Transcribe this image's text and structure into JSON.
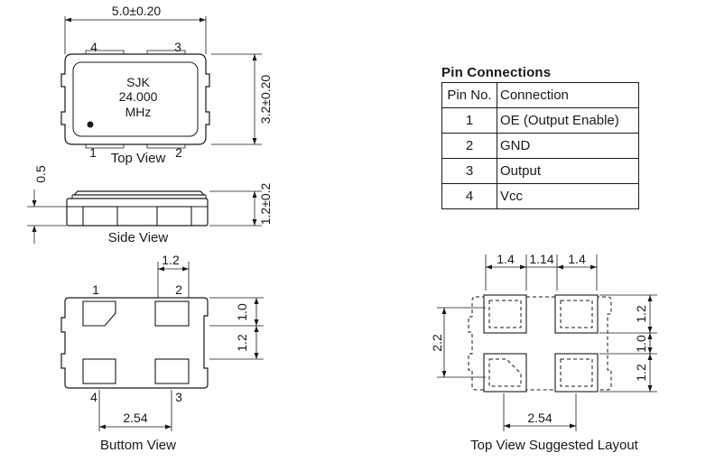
{
  "top_view": {
    "width_dim": "5.0±0.20",
    "height_dim": "3.2±0.20",
    "marking": [
      "SJK",
      "24.000",
      "MHz"
    ],
    "pins": [
      "4",
      "3",
      "1",
      "2"
    ],
    "caption": "Top View"
  },
  "side_view": {
    "thickness_dim": "0.5",
    "height_dim": "1.2±0.2",
    "caption": "Side View"
  },
  "bottom_view": {
    "pad_width_dim": "1.2",
    "gap_dim": "1.0",
    "pad_height_dim": "1.2",
    "pitch_dim": "2.54",
    "pins": [
      "1",
      "2",
      "4",
      "3"
    ],
    "caption": "Buttom View"
  },
  "pin_connections": {
    "title": "Pin Connections",
    "headers": [
      "Pin No.",
      "Connection"
    ],
    "rows": [
      {
        "pin": "1",
        "connection": "OE (Output Enable)"
      },
      {
        "pin": "2",
        "connection": "GND"
      },
      {
        "pin": "3",
        "connection": "Output"
      },
      {
        "pin": "4",
        "connection": "Vcc"
      }
    ]
  },
  "layout_view": {
    "dim_left_pad": "1.4",
    "dim_gap": "1.14",
    "dim_right_pad": "1.4",
    "dim_top_pad": "1.2",
    "dim_middle_gap": "1.0",
    "dim_bottom_pad": "1.2",
    "dim_total_height": "2.2",
    "dim_pitch": "2.54",
    "caption": "Top View Suggested Layout"
  }
}
